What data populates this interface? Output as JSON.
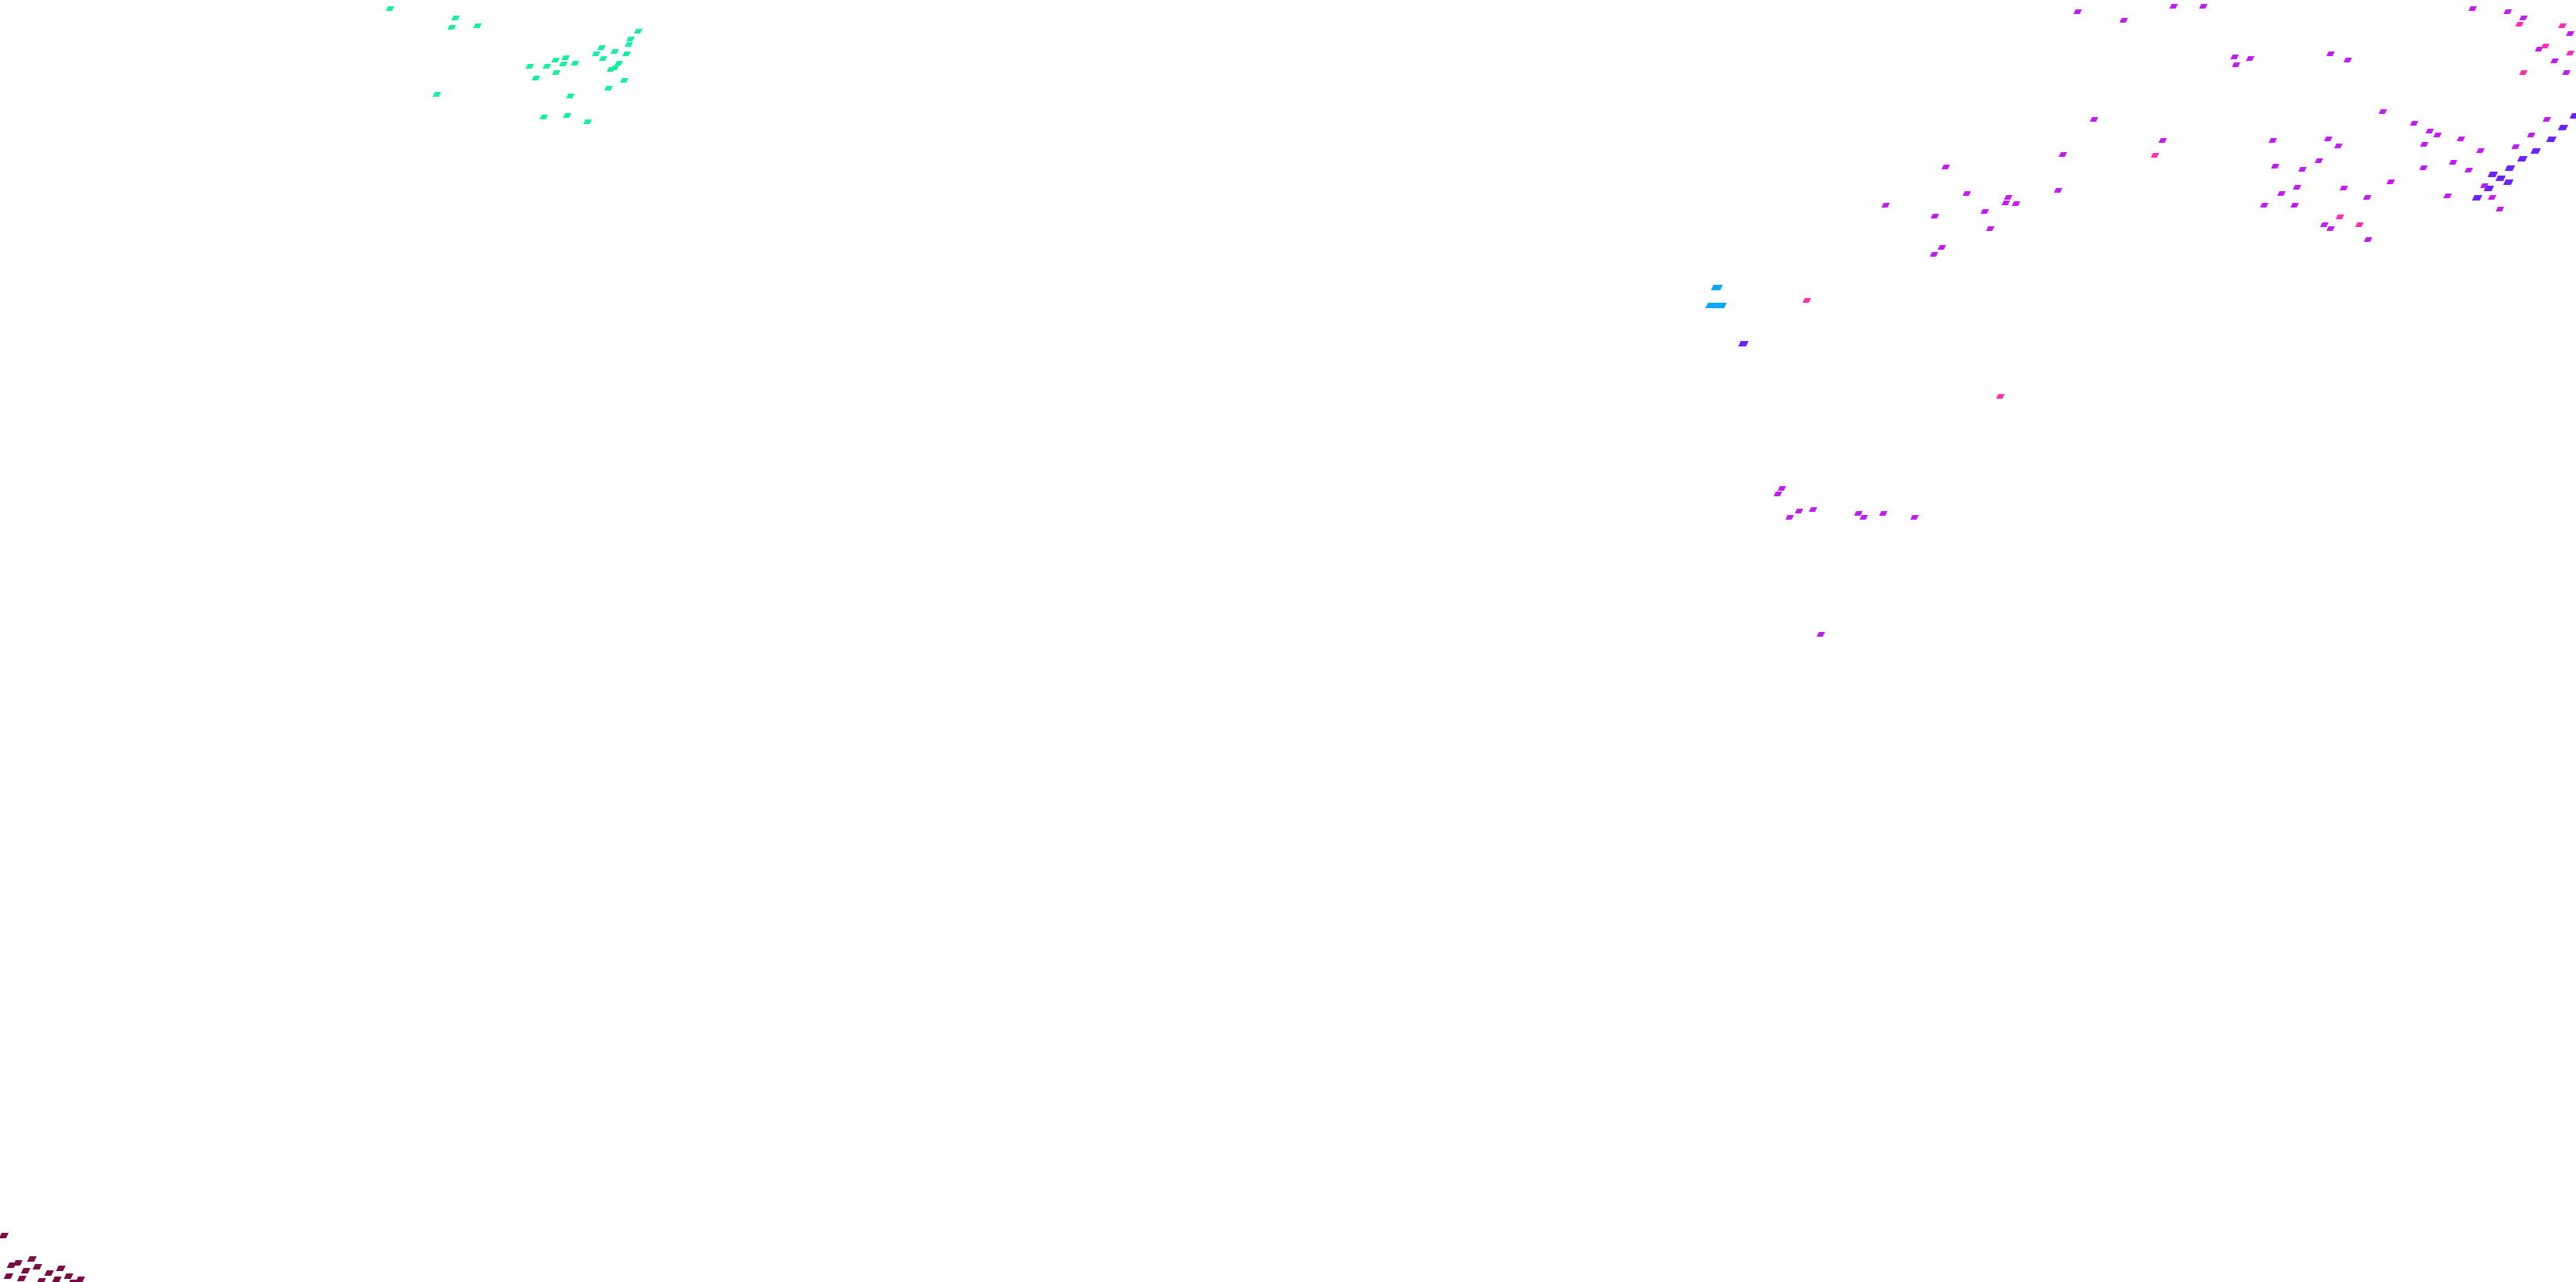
{
  "canvas": {
    "background": "#ffffff"
  },
  "speckle_clusters": [
    {
      "label": "green-cyan-cluster",
      "color": "#14f0a0"
    },
    {
      "label": "magenta-violet-scatter",
      "color": "#c21cf0"
    },
    {
      "label": "blue-violet-streak",
      "color": "#6a22ff"
    },
    {
      "label": "pink-accents",
      "color": "#ff2fb4"
    },
    {
      "label": "azure-accent",
      "color": "#0aa7ff"
    },
    {
      "label": "maroon-corner-cluster",
      "color": "#7a0b44"
    }
  ]
}
